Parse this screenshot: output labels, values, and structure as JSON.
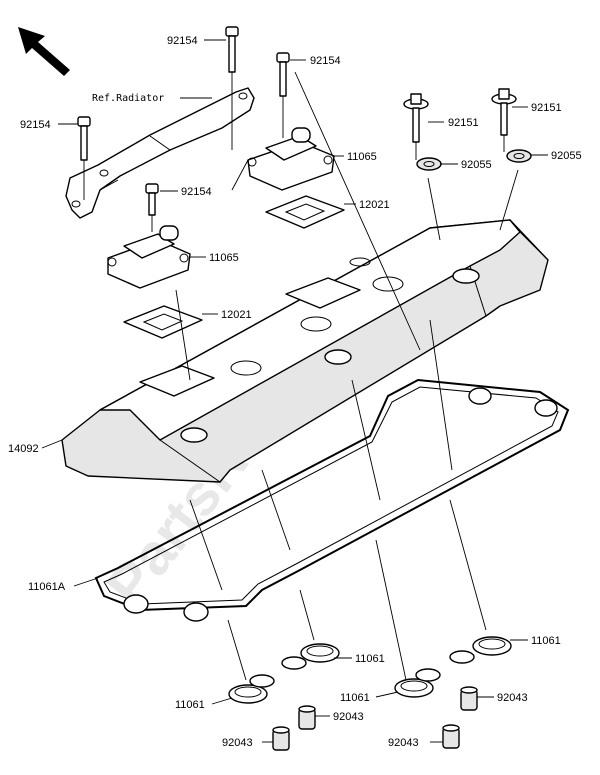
{
  "watermark": "PartsRepublik",
  "reference": "Ref.Radiator",
  "callouts": {
    "bolt_a": "92154",
    "bolt_b": "92154",
    "bolt_c": "92154",
    "bolt_d": "92154",
    "bolt_e": "92151",
    "bolt_f": "92151",
    "washer_a": "92055",
    "washer_b": "92055",
    "valve_a": "11065",
    "valve_b": "11065",
    "plate_a": "12021",
    "plate_b": "12021",
    "cover": "14092",
    "gasket_main": "11061A",
    "gasket_a": "11061",
    "gasket_b": "11061",
    "gasket_c": "11061",
    "gasket_d": "11061",
    "sleeve_a": "92043",
    "sleeve_b": "92043",
    "sleeve_c": "92043",
    "sleeve_d": "92043"
  }
}
